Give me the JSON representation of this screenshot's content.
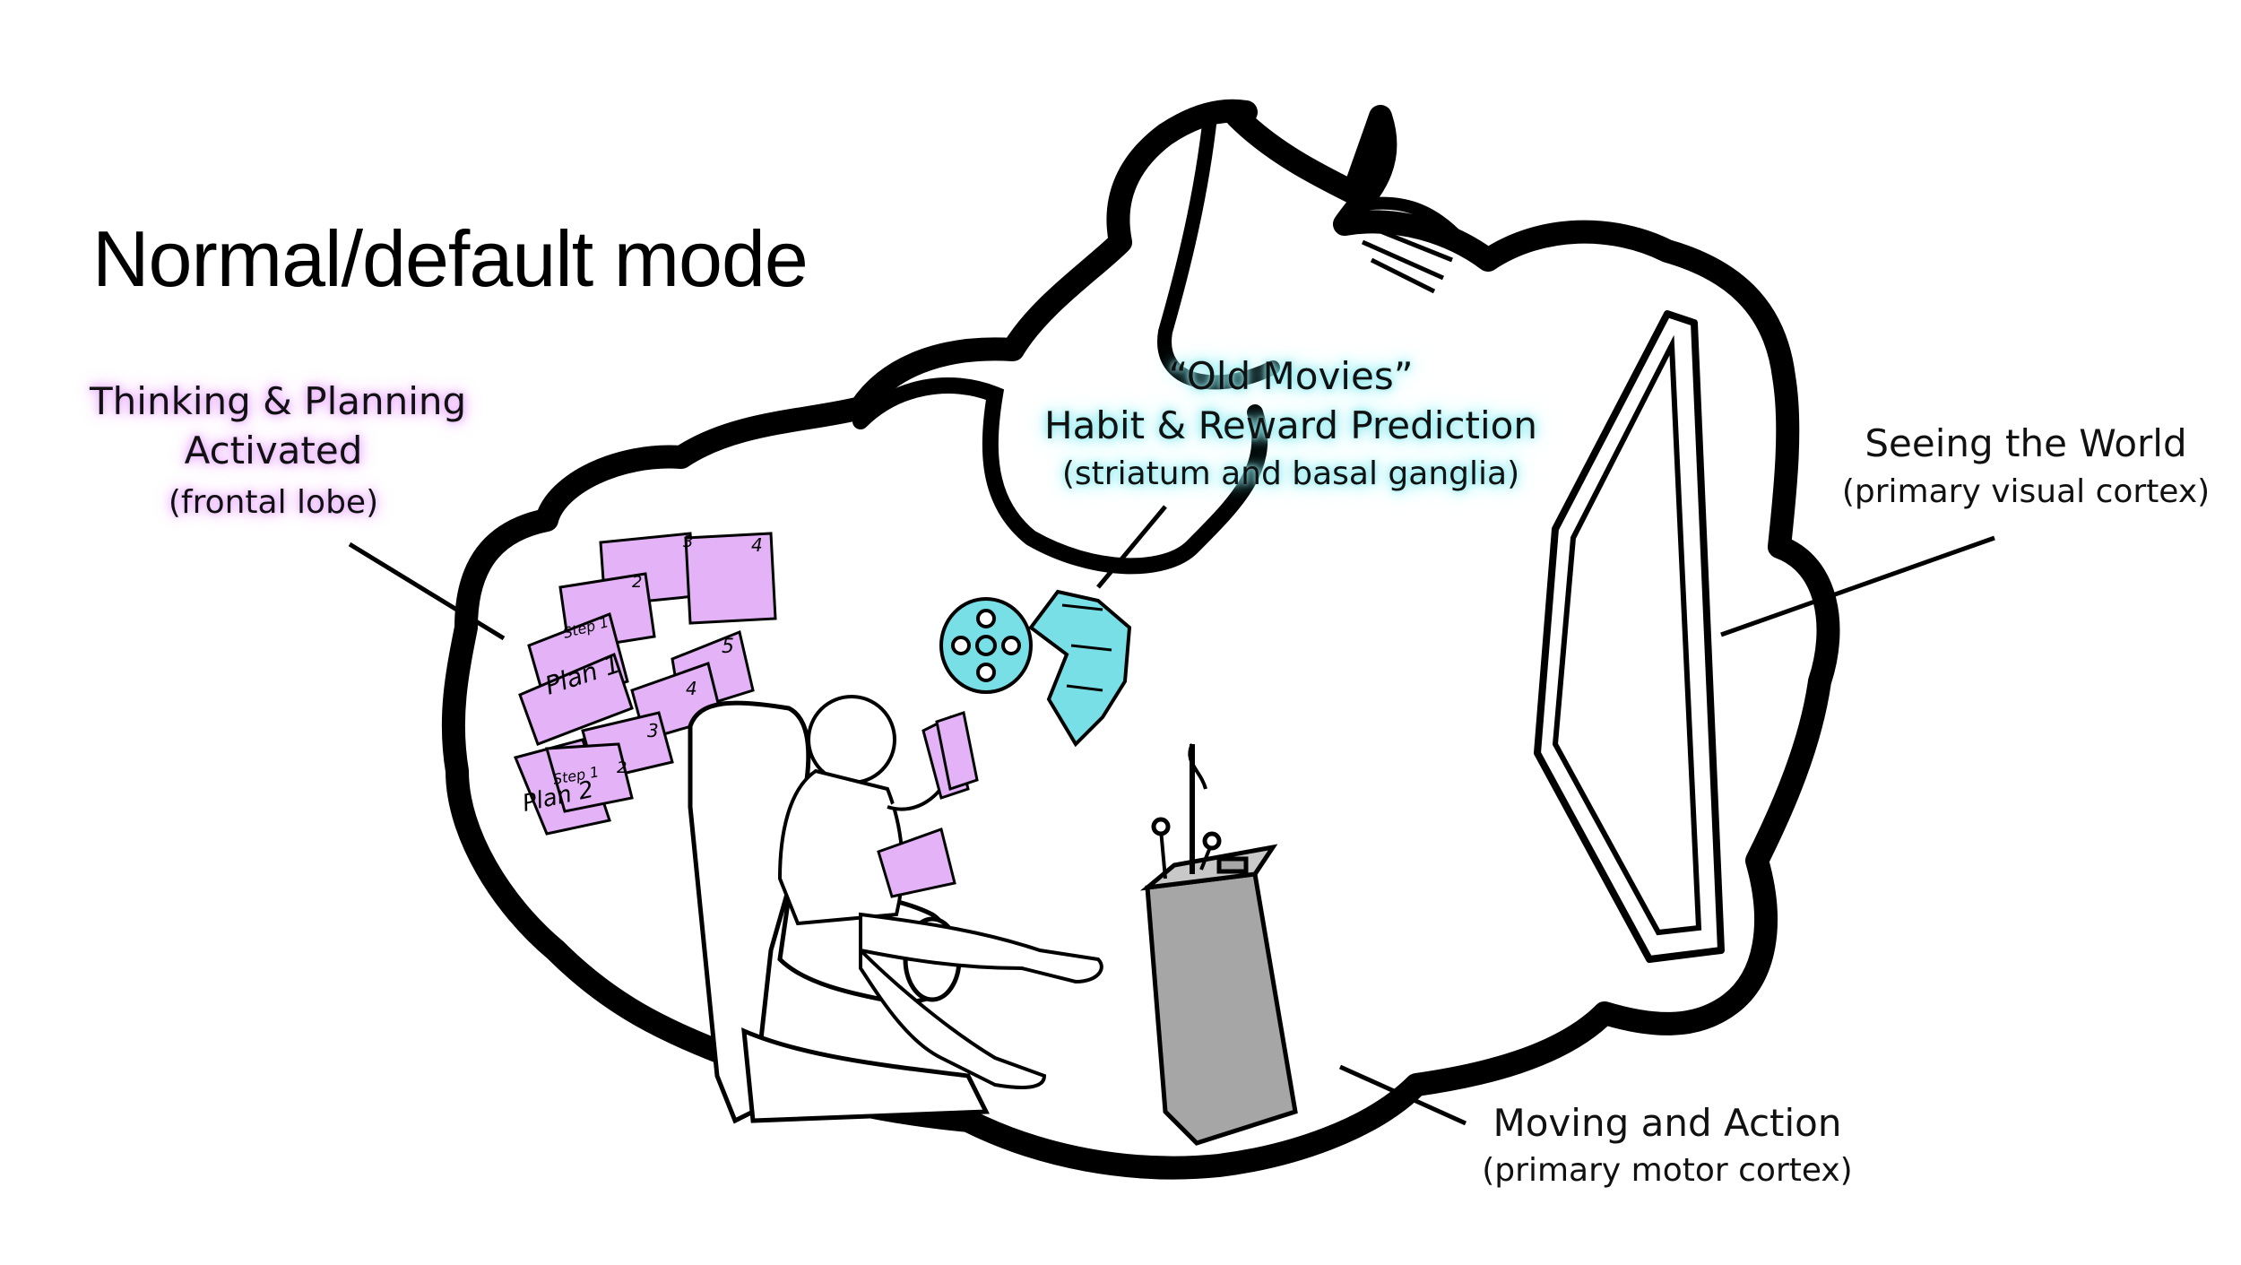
{
  "title": "Normal/default mode",
  "labels": {
    "frontal": {
      "line1": "Thinking & Planning",
      "line2": "Activated",
      "line3": "(frontal lobe)"
    },
    "striatum": {
      "line1": "“Old Movies”",
      "line2": "Habit & Reward Prediction",
      "line3": "(striatum and basal ganglia)"
    },
    "visual": {
      "line1": "Seeing the World",
      "line2": "(primary visual cortex)"
    },
    "motor": {
      "line1": "Moving and Action",
      "line2": "(primary motor cortex)"
    }
  },
  "sketch_text": {
    "plan1": "Plan 1",
    "plan2": "Plan 2",
    "step1a": "Step 1",
    "step1b": "Step 1",
    "n2a": "2",
    "n3a": "3",
    "n4a": "4",
    "n3b": "3",
    "n4b": "4",
    "n5": "5",
    "n2b": "2"
  },
  "colors": {
    "plan_purple": "#e3b2f7",
    "film_cyan": "#78dfe6",
    "lever_gray": "#a6a6a6",
    "outline": "#000000"
  }
}
